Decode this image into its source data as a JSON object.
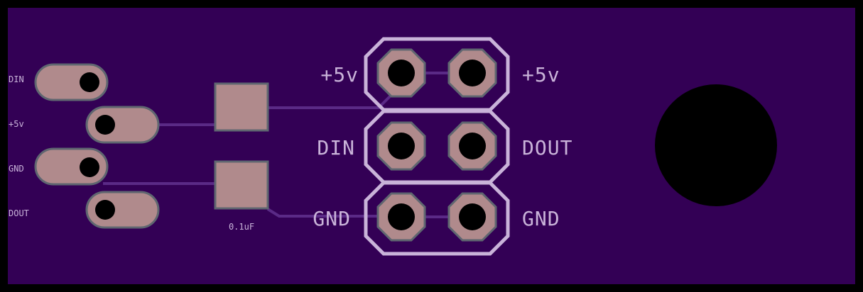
{
  "colors": {
    "board": "#330055",
    "outline": "#000000",
    "silkscreen": "#c9b3d9",
    "pad_copper": "#b08a8c",
    "trace": "#5a2a86"
  },
  "edge_labels": {
    "din": "DIN",
    "vcc": "+5v",
    "gnd": "GND",
    "dout": "DOUT"
  },
  "capacitor_label": "0.1uF",
  "header_labels": {
    "row1_left": "+5v",
    "row1_right": "+5v",
    "row2_left": "DIN",
    "row2_right": "DOUT",
    "row3_left": "GND",
    "row3_right": "GND"
  }
}
